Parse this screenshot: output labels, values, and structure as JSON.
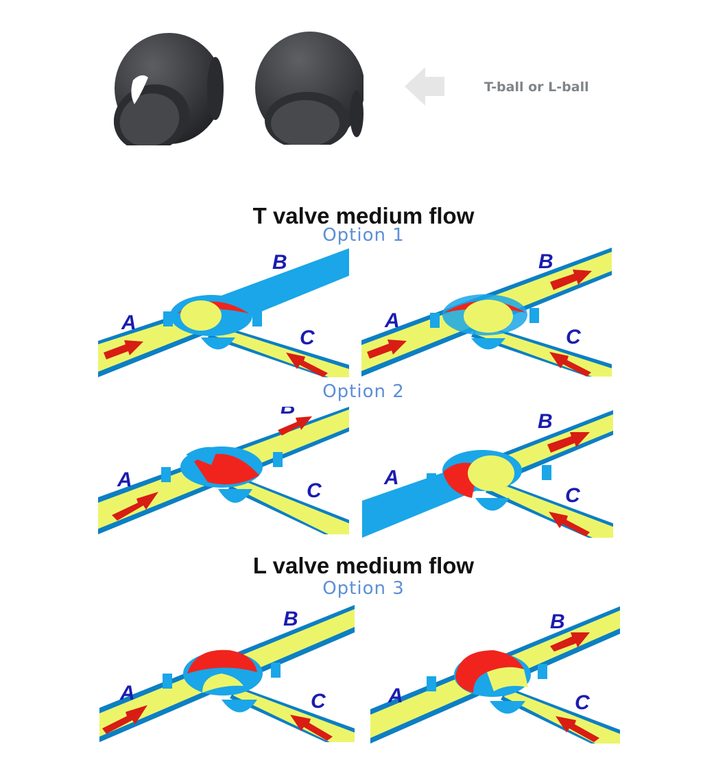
{
  "balls": {
    "label": "T-ball or L-ball",
    "colors": {
      "ball": "#3a3b3f",
      "ball_highlight": "#6a6c70",
      "arrow": "#e6e6e6"
    }
  },
  "t_valve": {
    "title": "T valve medium flow",
    "option1": "Option 1",
    "option2": "Option 2"
  },
  "l_valve": {
    "title": "L valve medium flow",
    "option3": "Option 3"
  },
  "port_labels": {
    "a": "A",
    "b": "B",
    "c": "C"
  },
  "colors": {
    "pipe_blue": "#1aa6e8",
    "pipe_blue_dark": "#0c7fc4",
    "flow_yellow": "#ecf56a",
    "flow_yellow_dark": "#c9d640",
    "ball_red": "#f0241d",
    "arrow_red": "#d81d14",
    "label_navy": "#1a1cb0",
    "option_blue": "#5b8fd6"
  },
  "icons": {
    "pointer_arrow": "left-arrow-icon",
    "flow_arrow": "flow-arrow-icon"
  }
}
